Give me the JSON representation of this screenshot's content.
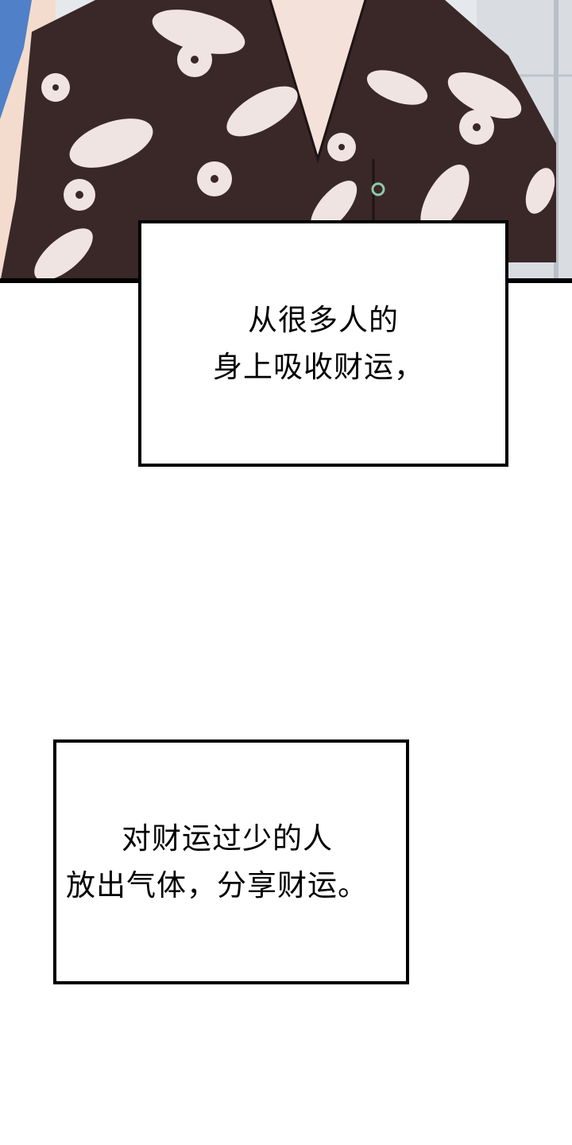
{
  "captions": [
    {
      "lines": [
        "从很多人的",
        "身上吸收财运，"
      ]
    },
    {
      "lines": [
        "对财运过少的人",
        "放出气体，分享财运。"
      ]
    }
  ],
  "colors": {
    "shirt": "#3a2828",
    "leaf": "#efe4e2",
    "skin": "#f2d7c9",
    "background": "#e6e9ec",
    "sleeve_blue": "#4f80c8"
  }
}
